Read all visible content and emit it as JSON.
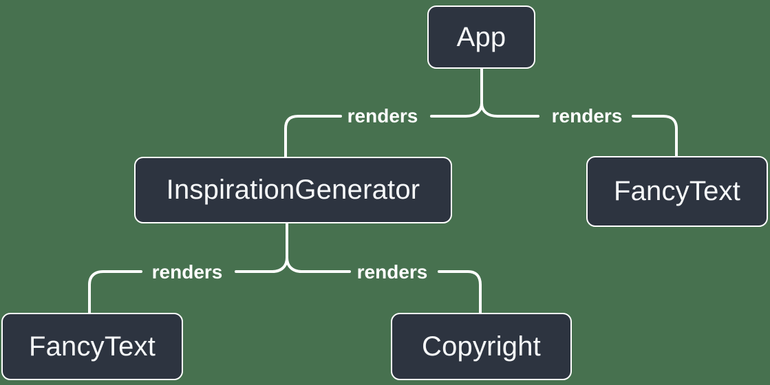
{
  "diagram": {
    "type": "tree",
    "colors": {
      "background": "#47714F",
      "node_fill": "#2D3440",
      "node_border": "#FFFFFF",
      "connector_line": "#FFFFFF",
      "node_text": "#F7F9FA",
      "edge_label_text": "#FFFFFF"
    },
    "nodes": {
      "app": {
        "label": "App"
      },
      "inspiration_generator": {
        "label": "InspirationGenerator"
      },
      "fancy_text_top": {
        "label": "FancyText"
      },
      "fancy_text_bottom": {
        "label": "FancyText"
      },
      "copyright": {
        "label": "Copyright"
      }
    },
    "edges": [
      {
        "from": "App",
        "to": "InspirationGenerator",
        "label": "renders"
      },
      {
        "from": "App",
        "to": "FancyText",
        "label": "renders"
      },
      {
        "from": "InspirationGenerator",
        "to": "FancyText",
        "label": "renders"
      },
      {
        "from": "InspirationGenerator",
        "to": "Copyright",
        "label": "renders"
      }
    ]
  }
}
